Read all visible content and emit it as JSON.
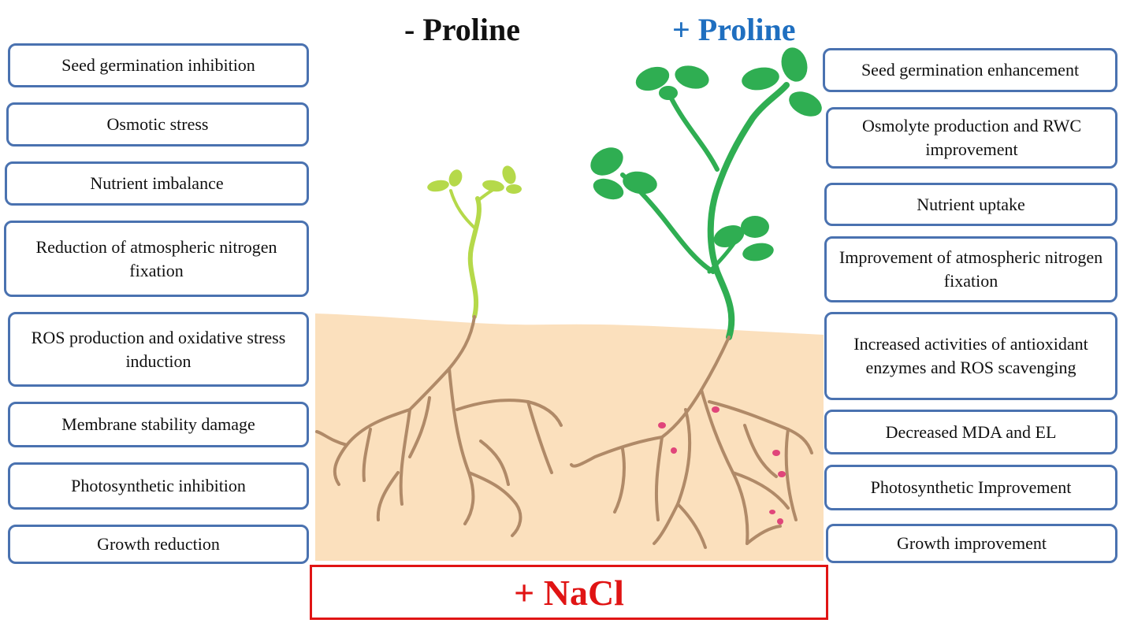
{
  "headings": {
    "without": "- Proline",
    "with": "+ Proline"
  },
  "condition": "+ NaCl",
  "left_effects": [
    "Seed germination inhibition",
    "Osmotic stress",
    "Nutrient imbalance",
    "Reduction of atmospheric nitrogen fixation",
    "ROS production and  oxidative stress induction",
    "Membrane stability damage",
    "Photosynthetic inhibition",
    "Growth reduction"
  ],
  "right_effects": [
    "Seed germination enhancement",
    "Osmolyte production and RWC improvement",
    "Nutrient uptake",
    "Improvement of atmospheric nitrogen fixation",
    "Increased activities of antioxidant enzymes and ROS scavenging",
    "Decreased MDA and EL",
    "Photosynthetic Improvement",
    "Growth improvement"
  ],
  "colors": {
    "box_border": "#4a72b0",
    "proline_minus": "#111111",
    "proline_plus": "#1f6fc0",
    "nacl": "#e01414",
    "soil": "#fbe0bd",
    "root": "#b08a68",
    "stressed_plant": "#b5d94a",
    "healthy_plant": "#2fae52",
    "nodule": "#e0457a"
  }
}
